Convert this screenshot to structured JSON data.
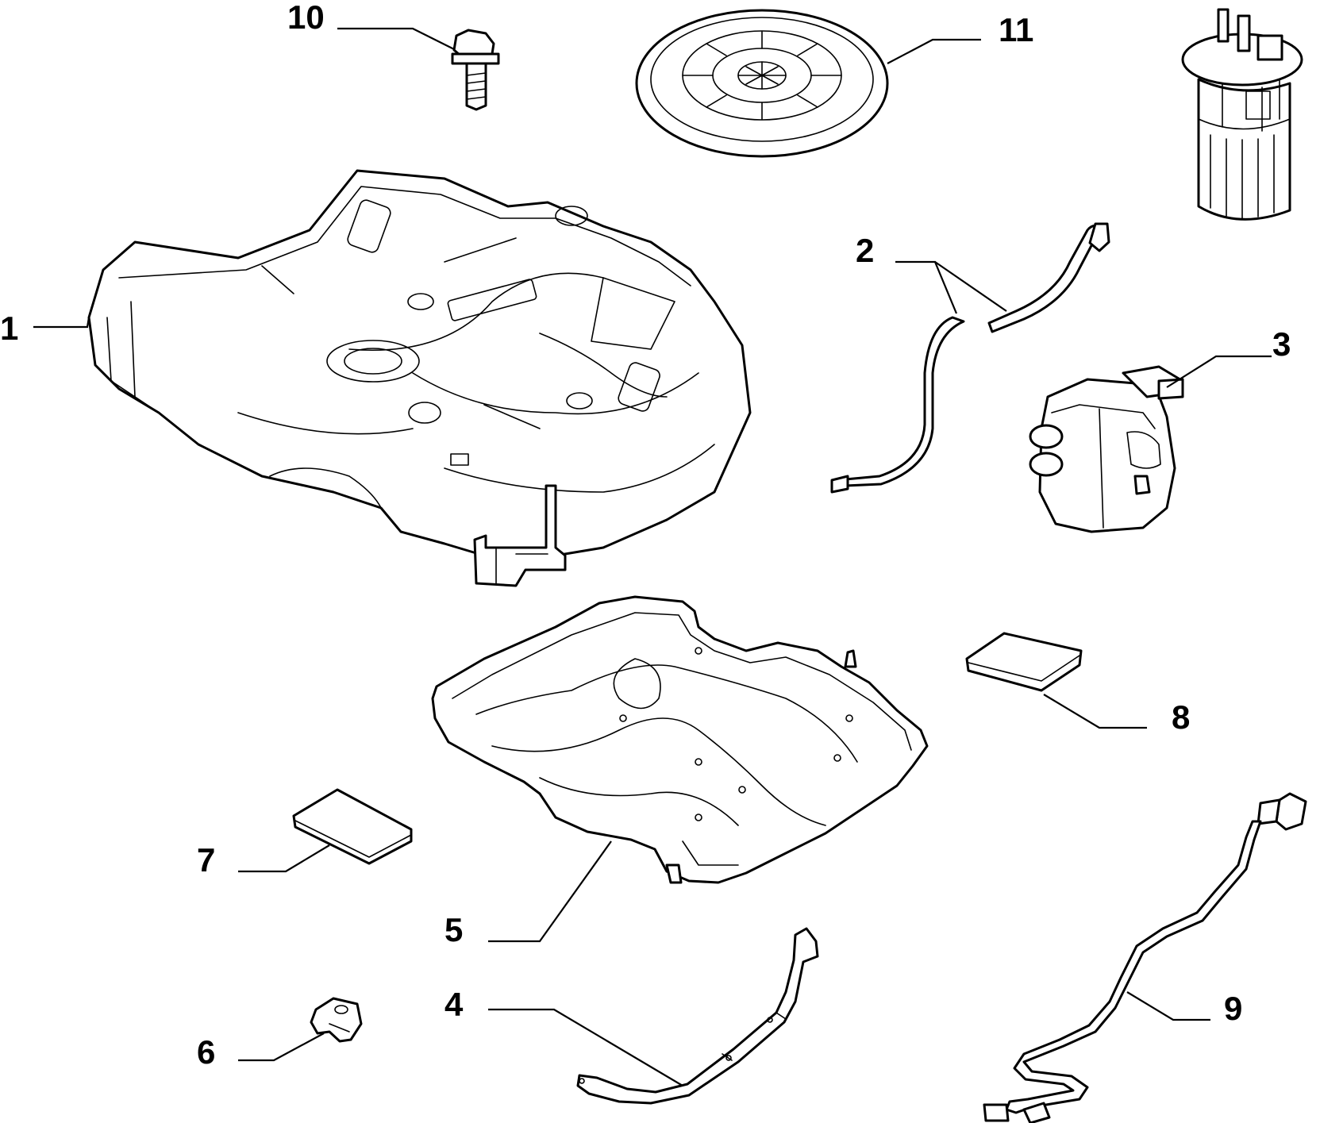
{
  "callouts": {
    "c1": "1",
    "c2": "2",
    "c3": "3",
    "c4": "4",
    "c5": "5",
    "c6": "6",
    "c7": "7",
    "c8": "8",
    "c9": "9",
    "c10": "10",
    "c11": "11"
  },
  "parts": [
    "fuel-tank",
    "hose-pair",
    "canister",
    "strap",
    "shield-tray",
    "clip",
    "pad-left",
    "pad-right",
    "wire-harness",
    "bolt",
    "access-cover",
    "fuel-pump"
  ],
  "colors": {
    "line": "#000000",
    "background": "#ffffff"
  }
}
